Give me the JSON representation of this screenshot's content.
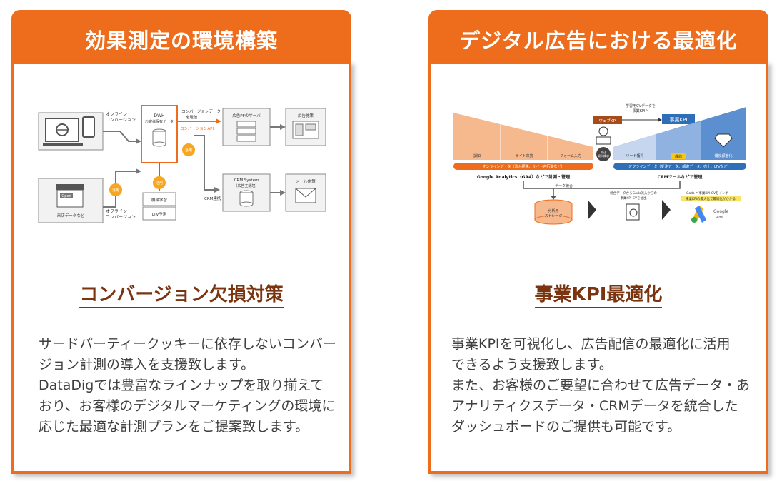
{
  "left": {
    "title": "効果測定の環境構築",
    "heading": "コンバージョン欠損対策",
    "body": [
      "サードパーティークッキーに依存しないコンバー",
      "ジョン計測の導入を支援致します。",
      "DataDigでは豊富なラインナップを取り揃えて",
      "おり、お客様のデジタルマーケティングの環境に",
      "応じた最適な計測プランをご提案致します。"
    ],
    "diagram": {
      "online_label": [
        "オンライン",
        "コンバージョン"
      ],
      "offline_label": [
        "オフライン",
        "コンバージョン"
      ],
      "store_label": "来店データなど",
      "open_sign": "Open",
      "dwh_label": [
        "DWH",
        "お客様保有データ"
      ],
      "conv_send": [
        "コンバージョンデータ",
        "を送信"
      ],
      "conv_api": "コンバージョンAPI",
      "ad_server": "広告PFのサーバ",
      "ad_delivery": "広告施策",
      "crm_system": [
        "CRM System",
        "（広告主環境）"
      ],
      "crm_link": "CRM連携",
      "mail": "メール施策",
      "ml": "機械学習",
      "ltv": "LTV予測",
      "use_badge": "活用"
    }
  },
  "right": {
    "title": "デジタル広告における最適化",
    "heading": "事業KPI最適化",
    "body": [
      "事業KPIを可視化し、広告配信の最適化に活用",
      "できるよう支援致します。",
      "また、お客様のご要望に合わせて広告データ・あ",
      "アナリティクスデータ・CRMデータを統合した",
      "ダッシュボードのご提供も可能です。"
    ],
    "diagram": {
      "web_kpi": "ウェブKPI",
      "biz_kpi": "事業KPI",
      "learn_cv": [
        "学習用CVデータを",
        "事業KPIへ"
      ],
      "stages_left": [
        "認知",
        "サイト来訪",
        "フォーム入力"
      ],
      "stage_mid": [
        "申込",
        "資料請求"
      ],
      "stages_right": [
        "リード獲得",
        "成約",
        "優良顧客化"
      ],
      "online_data": "オンラインデータ（流入経路、サイト内行動など）",
      "offline_data": "オフラインデータ（受注データ、顧客データ、売上、LTVなど）",
      "ga_label": "Google Analytics（GA4）などで計測・管理",
      "crm_label": "CRMツールなどで管理",
      "data_merge": "データ統合",
      "storage": [
        "分析用",
        "ストレージ"
      ],
      "extract": [
        "統合データからGAds流入からの",
        "事業KPI CVを抽出"
      ],
      "import": [
        "Gads へ事業KPI CVをインポート",
        "事業KPIの最大化で最適化がかかる"
      ],
      "google_ads": [
        "Google",
        "Ads"
      ]
    }
  },
  "colors": {
    "accent": "#ee6d1c",
    "heading": "#7a3410",
    "blue": "#2f6fb8"
  }
}
